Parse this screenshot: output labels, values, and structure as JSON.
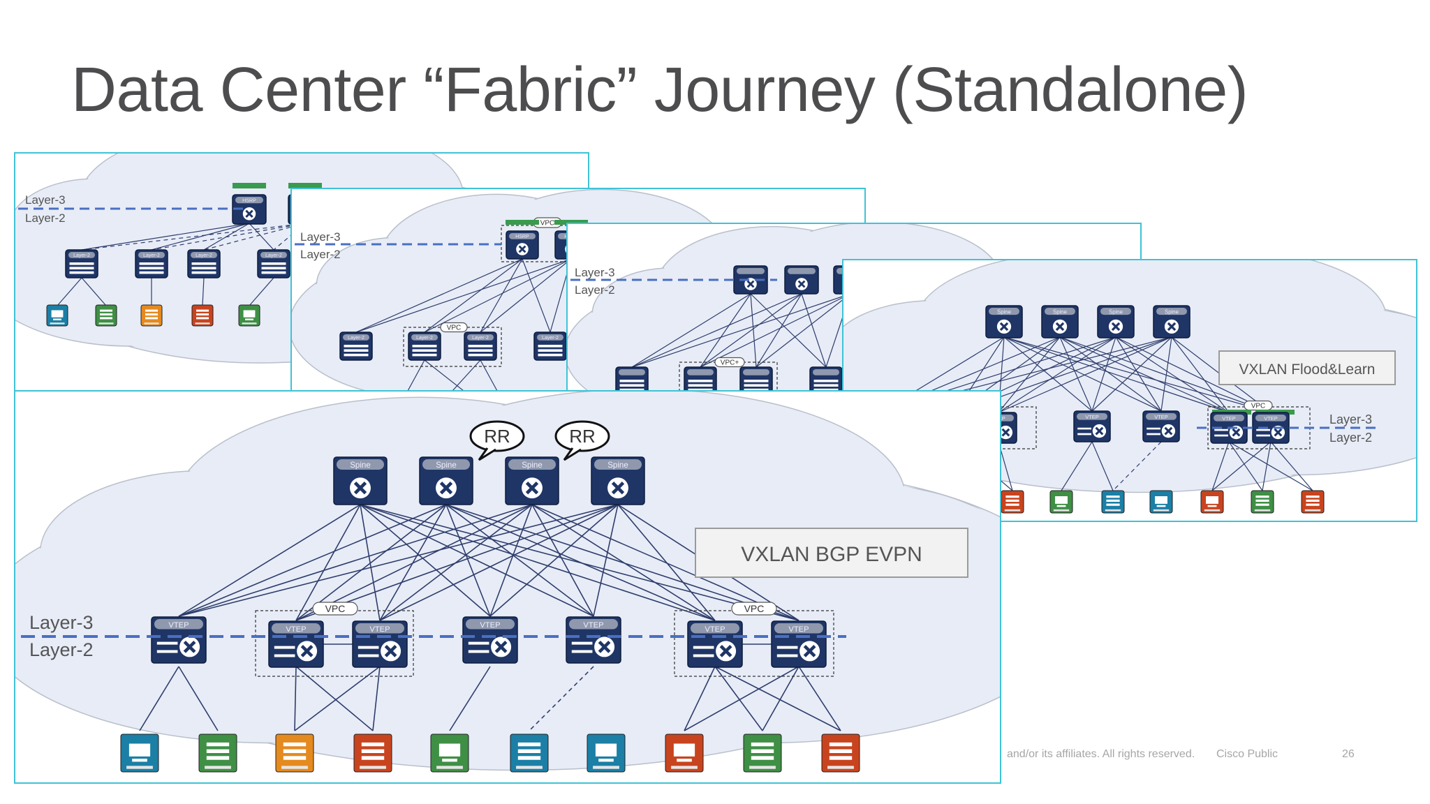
{
  "slide": {
    "title": "Data Center “Fabric” Journey (Standalone)",
    "footer_copyright": "and/or its affiliates. All rights reserved.",
    "footer_classification": "Cisco Public",
    "page_number": "26"
  },
  "panels": {
    "stp": {
      "layer3": "Layer-3",
      "layer2": "Layer-2",
      "gateway_tag": "HSRP",
      "access_label": "Layer-2"
    },
    "vpc": {
      "layer3": "Layer-3",
      "layer2": "Layer-2",
      "gateway_tag": "HSRP",
      "vpc_tag": "VPC",
      "access_label": "Layer-2"
    },
    "fabricpath": {
      "layer3": "Layer-3",
      "layer2": "Layer-2",
      "vpc_tag": "VPC+"
    },
    "flood_learn": {
      "label": "VXLAN Flood&Learn",
      "layer3": "Layer-3",
      "layer2": "Layer-2",
      "spine_label": "Spine",
      "vtep_label": "VTEP",
      "vpc_tag": "VPC"
    },
    "bgp_evpn": {
      "label": "VXLAN BGP EVPN",
      "layer3": "Layer-3",
      "layer2": "Layer-2",
      "spine_label": "Spine",
      "vtep_label": "VTEP",
      "vpc_tag": "VPC",
      "rr_tag": "RR"
    }
  },
  "colors": {
    "panel_border": "#3ec3d6",
    "device_navy": "#1f3566",
    "divider_dash": "#4a6fc2",
    "host_blue": "#1b7fa6",
    "host_green": "#3f8f45",
    "host_orange": "#e58a1f",
    "host_red": "#c8441f"
  }
}
